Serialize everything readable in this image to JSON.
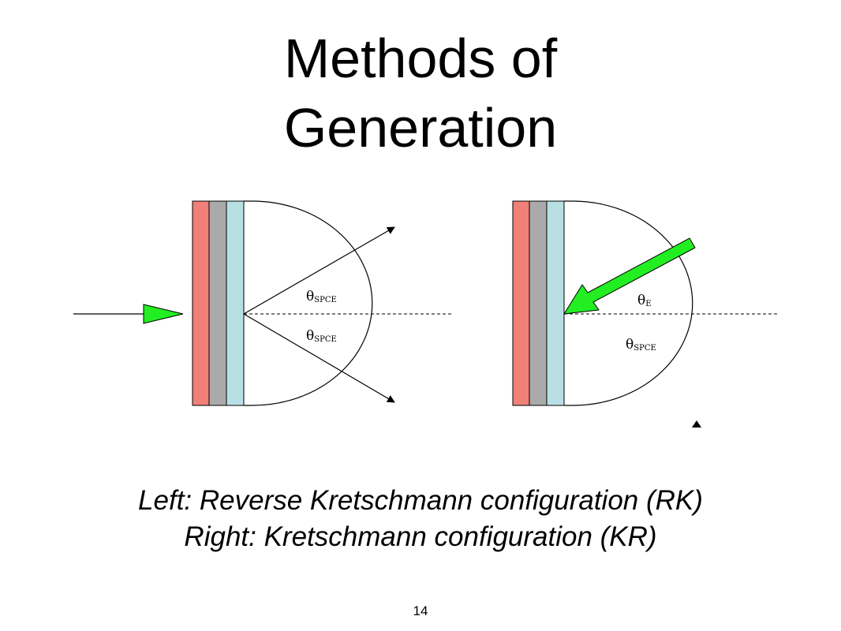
{
  "title": {
    "line1": "Methods of",
    "line2": "Generation"
  },
  "left_diagram": {
    "angle_upper_symbol": "θ",
    "angle_upper_sub": "SPCE",
    "angle_lower_symbol": "θ",
    "angle_lower_sub": "SPCE"
  },
  "right_diagram": {
    "angle_upper_symbol": "θ",
    "angle_upper_sub": "E",
    "angle_lower_symbol": "θ",
    "angle_lower_sub": "SPCE"
  },
  "layer_colors": {
    "metal": "#f08078",
    "middle": "#aaaaaa",
    "dielectric": "#b8e0e4",
    "arrow": "#22ee22"
  },
  "caption": {
    "line1": "Left: Reverse Kretschmann configuration (RK)",
    "line2": "Right: Kretschmann configuration (KR)"
  },
  "page_number": "14"
}
